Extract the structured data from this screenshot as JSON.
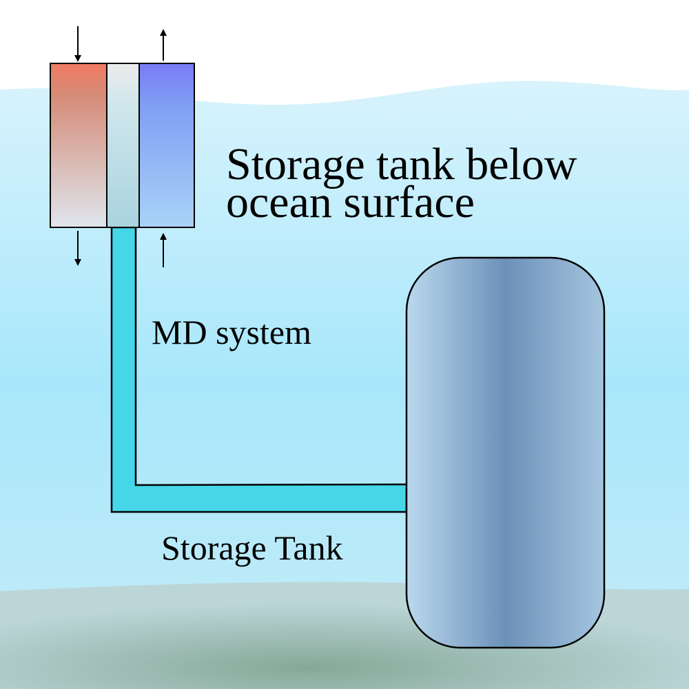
{
  "labels": {
    "title_line1": "Storage tank below",
    "title_line2": "ocean surface",
    "md_system": "MD system",
    "storage_tank": "Storage Tank"
  },
  "colors": {
    "sky": "#ffffff",
    "ocean_top": "#d4f1fb",
    "ocean_mid": "#a6e6fa",
    "seabed": "#8fb0a3",
    "pipe": "#45d6e8",
    "hot_channel": "#f07a62",
    "membrane": "#e6e6e6",
    "cold_channel": "#7a7bf5",
    "tank_light": "#b5d5ea",
    "tank_dark": "#6f92ba"
  },
  "icons": {
    "hot_in_arrow": "arrow-down-icon",
    "cold_out_arrow": "arrow-up-icon",
    "hot_out_arrow": "arrow-down-icon",
    "cold_in_arrow": "arrow-up-icon"
  }
}
